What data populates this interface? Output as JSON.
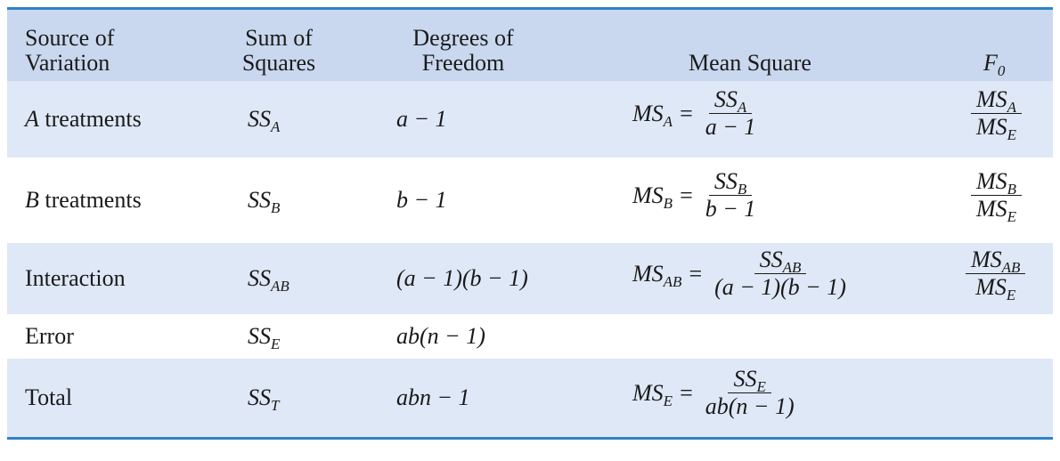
{
  "table": {
    "headers": {
      "source_line1": "Source of",
      "source_line2": "Variation",
      "ss_line1": "Sum of",
      "ss_line2": "Squares",
      "df_line1": "Degrees of",
      "df_line2": "Freedom",
      "ms": "Mean Square",
      "f_base": "F",
      "f_sub": "0"
    },
    "rows": [
      {
        "source_prefix": "A",
        "source_suffix": " treatments",
        "ss_base": "SS",
        "ss_sub": "A",
        "df": "a − 1",
        "ms_lhs_base": "MS",
        "ms_lhs_sub": "A",
        "ms_eq": "=",
        "ms_num_base": "SS",
        "ms_num_sub": "A",
        "ms_den": "a − 1",
        "f_num_base": "MS",
        "f_num_sub": "A",
        "f_den_base": "MS",
        "f_den_sub": "E"
      },
      {
        "source_prefix": "B",
        "source_suffix": " treatments",
        "ss_base": "SS",
        "ss_sub": "B",
        "df": "b − 1",
        "ms_lhs_base": "MS",
        "ms_lhs_sub": "B",
        "ms_eq": "=",
        "ms_num_base": "SS",
        "ms_num_sub": "B",
        "ms_den": "b − 1",
        "f_num_base": "MS",
        "f_num_sub": "B",
        "f_den_base": "MS",
        "f_den_sub": "E"
      },
      {
        "source_prefix": "",
        "source_suffix": "Interaction",
        "ss_base": "SS",
        "ss_sub": "AB",
        "df": "(a − 1)(b − 1)",
        "ms_lhs_base": "MS",
        "ms_lhs_sub": "AB",
        "ms_eq": "=",
        "ms_num_base": "SS",
        "ms_num_sub": "AB",
        "ms_den": "(a − 1)(b − 1)",
        "f_num_base": "MS",
        "f_num_sub": "AB",
        "f_den_base": "MS",
        "f_den_sub": "E"
      },
      {
        "source_prefix": "",
        "source_suffix": "Error",
        "ss_base": "SS",
        "ss_sub": "E",
        "df": "ab(n − 1)"
      },
      {
        "source_prefix": "",
        "source_suffix": "Total",
        "ss_base": "SS",
        "ss_sub": "T",
        "df": "abn − 1",
        "ms_lhs_base": "MS",
        "ms_lhs_sub": "E",
        "ms_eq": "=",
        "ms_num_base": "SS",
        "ms_num_sub": "E",
        "ms_den": "ab(n − 1)"
      }
    ]
  },
  "colors": {
    "header_bg": "#c9d8ef",
    "stripe_bg": "#dfe8f6",
    "rule": "#2e83c4"
  }
}
